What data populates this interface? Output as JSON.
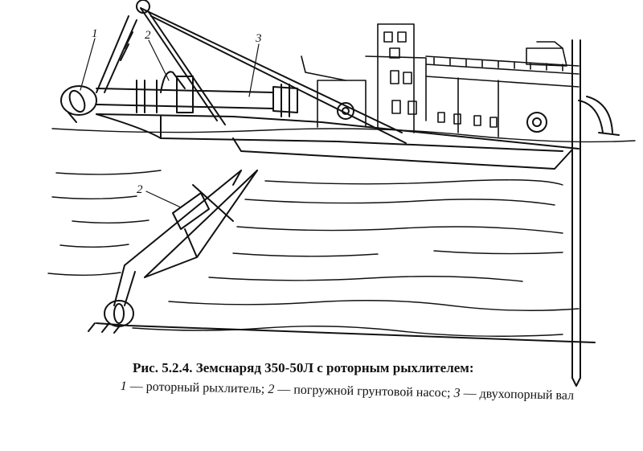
{
  "figure": {
    "callouts": {
      "rotary_loosener_top": "1",
      "pump_top": "2",
      "shaft": "3",
      "pump_bottom": "2"
    }
  },
  "caption": {
    "title": "Рис. 5.2.4. Земснаряд 350-50Л с роторным рыхлителем:",
    "legend": [
      {
        "num": "1",
        "text": "роторный рыхлитель;"
      },
      {
        "num": "2",
        "text": "погружной грунтовой насос;"
      },
      {
        "num": "3",
        "text": "двухопорный вал"
      }
    ],
    "dash": "—"
  }
}
